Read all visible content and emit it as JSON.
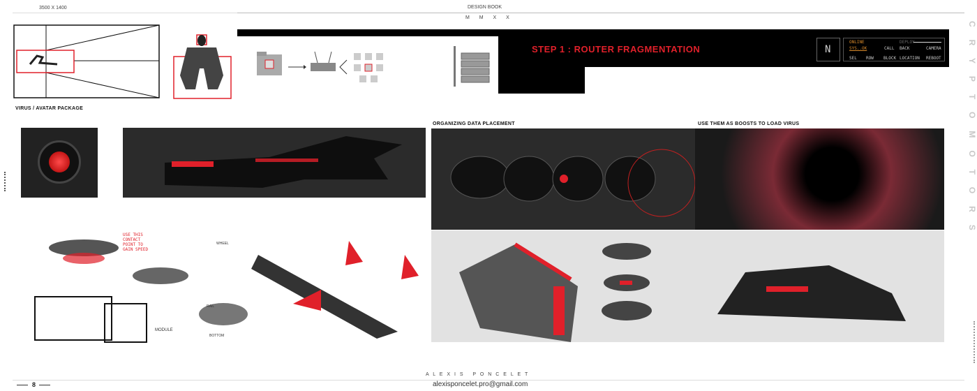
{
  "header": {
    "size_label": "3500 X 1400",
    "book_title": "DESIGN BOOK",
    "year": "M M X X"
  },
  "banner": {
    "title": "STEP 1 : ROUTER FRAGMENTATION",
    "hud": {
      "letter": "N",
      "online": "ONLINE",
      "status": "SYS..OK",
      "deploy": "DEPLOY",
      "call": "CALL",
      "back": "BACK",
      "camera": "CAMERA",
      "sel": "SEL",
      "row": "ROW",
      "block": "BLOCK",
      "location": "LOCATION",
      "reboot": "REBOOT"
    }
  },
  "sections": {
    "virus": "VIRUS / AVATAR PACKAGE",
    "organizing": "ORGANIZING DATA PLACEMENT",
    "boosts": "USE THEM AS BOOSTS TO LOAD VIRUS"
  },
  "sketch_notes": {
    "note": "USE THIS CONTACT POINT TO GAIN SPEED",
    "wheel": "WHEEL",
    "rail": "RAIL",
    "module": "MODULE",
    "bottom": "BOTTOM"
  },
  "side_text": "CRYPTOMOTORS",
  "footer": {
    "author": "A L E X I S   P O N C E L E T",
    "page": "8",
    "email": "alexisponcelet.pro@gmail.com"
  },
  "colors": {
    "accent": "#e0202a",
    "dark": "#2b2b2b"
  }
}
